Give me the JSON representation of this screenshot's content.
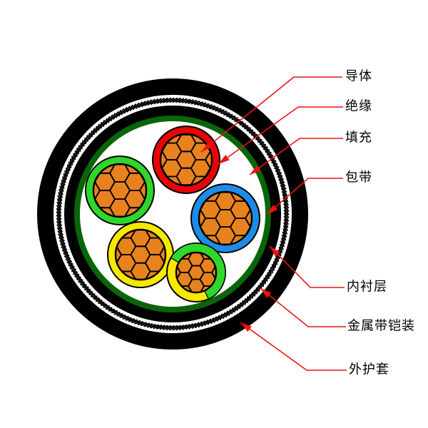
{
  "diagram": {
    "title": "cable cross-section diagram",
    "labels": [
      {
        "id": "conductor",
        "text": "导体"
      },
      {
        "id": "insulation",
        "text": "绝缘"
      },
      {
        "id": "filling",
        "text": "填充"
      },
      {
        "id": "wrapping-tape",
        "text": "包带"
      },
      {
        "id": "inner-liner",
        "text": "内衬层"
      },
      {
        "id": "metal-tape-armor",
        "text": "金属带铠装"
      },
      {
        "id": "outer-sheath",
        "text": "外护套"
      }
    ],
    "cores": [
      {
        "position": "top",
        "insulation": "#e60404",
        "type": "phase"
      },
      {
        "position": "left",
        "insulation": "#2fd62b",
        "type": "phase"
      },
      {
        "position": "right",
        "insulation": "#1e8ce6",
        "type": "phase"
      },
      {
        "position": "bottom-left",
        "insulation": "#f6e800",
        "type": "phase"
      },
      {
        "position": "bottom-right",
        "insulation": "#f6e800",
        "insulation2": "#2fd62b",
        "type": "earth-yellow-green"
      }
    ],
    "colors": {
      "background": "#ffffff",
      "conductor_orange": "#e8821e",
      "outer_sheath_black": "#000000",
      "inner_liner_black": "#000000",
      "armor_base_white": "#ffffff",
      "armor_hatch_black": "#000000",
      "wrapping_tape_green": "#0a650a",
      "filling_white": "#ffffff",
      "leader_red": "#ee1111",
      "outline_black": "#000000",
      "label_text": "#000000"
    }
  }
}
